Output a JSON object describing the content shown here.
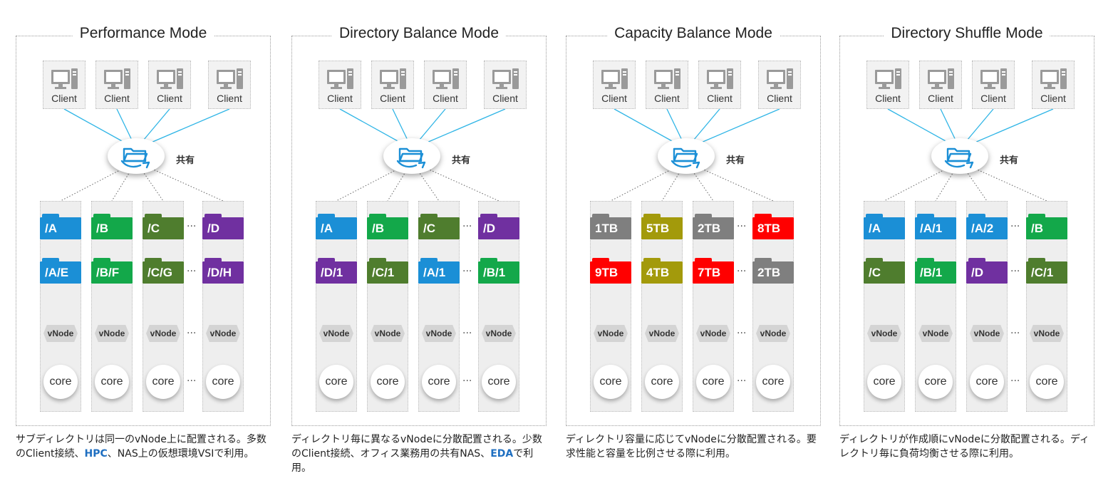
{
  "colors": {
    "blue": "#1b8fd6",
    "green": "#13a84a",
    "olive_green": "#4f7d2e",
    "purple": "#7030a0",
    "gray": "#7f7f7f",
    "olive": "#a39a0b",
    "red": "#ff0000",
    "link": "#2fb5e6",
    "highlight": "#1f6fc1"
  },
  "panels": [
    {
      "title": "Performance Mode",
      "clients": [
        "Client",
        "Client",
        "Client",
        "Client"
      ],
      "share_label": "共有",
      "folders": [
        [
          {
            "label": "/A",
            "color": "#1b8fd6"
          },
          {
            "label": "/A/E",
            "color": "#1b8fd6"
          }
        ],
        [
          {
            "label": "/B",
            "color": "#13a84a"
          },
          {
            "label": "/B/F",
            "color": "#13a84a"
          }
        ],
        [
          {
            "label": "/C",
            "color": "#4f7d2e"
          },
          {
            "label": "/C/G",
            "color": "#4f7d2e"
          }
        ],
        [
          {
            "label": "/D",
            "color": "#7030a0"
          },
          {
            "label": "/D/H",
            "color": "#7030a0"
          }
        ]
      ],
      "vnode_label": "vNode",
      "core_label": "core",
      "caption": {
        "before": "サブディレクトリは同一のvNode上に配置される。多数のClient接続、",
        "highlight": "HPC",
        "after": "、NAS上の仮想環境VSIで利用。"
      }
    },
    {
      "title": "Directory Balance Mode",
      "clients": [
        "Client",
        "Client",
        "Client",
        "Client"
      ],
      "share_label": "共有",
      "folders": [
        [
          {
            "label": "/A",
            "color": "#1b8fd6"
          },
          {
            "label": "/D/1",
            "color": "#7030a0"
          }
        ],
        [
          {
            "label": "/B",
            "color": "#13a84a"
          },
          {
            "label": "/C/1",
            "color": "#4f7d2e"
          }
        ],
        [
          {
            "label": "/C",
            "color": "#4f7d2e"
          },
          {
            "label": "/A/1",
            "color": "#1b8fd6"
          }
        ],
        [
          {
            "label": "/D",
            "color": "#7030a0"
          },
          {
            "label": "/B/1",
            "color": "#13a84a"
          }
        ]
      ],
      "vnode_label": "vNode",
      "core_label": "core",
      "caption": {
        "before": "ディレクトリ毎に異なるvNodeに分散配置される。少数のClient接続、オフィス業務用の共有NAS、",
        "highlight": "EDA",
        "after": "で利用。"
      }
    },
    {
      "title": "Capacity Balance Mode",
      "clients": [
        "Client",
        "Client",
        "Client",
        "Client"
      ],
      "share_label": "共有",
      "folders": [
        [
          {
            "label": "1TB",
            "color": "#7f7f7f"
          },
          {
            "label": "9TB",
            "color": "#ff0000"
          }
        ],
        [
          {
            "label": "5TB",
            "color": "#a39a0b"
          },
          {
            "label": "4TB",
            "color": "#a39a0b"
          }
        ],
        [
          {
            "label": "2TB",
            "color": "#7f7f7f"
          },
          {
            "label": "7TB",
            "color": "#ff0000"
          }
        ],
        [
          {
            "label": "8TB",
            "color": "#ff0000"
          },
          {
            "label": "2TB",
            "color": "#7f7f7f"
          }
        ]
      ],
      "vnode_label": "vNode",
      "core_label": "core",
      "caption": {
        "before": "ディレクトリ容量に応じてvNodeに分散配置される。要求性能と容量を比例させる際に利用。",
        "highlight": "",
        "after": ""
      }
    },
    {
      "title": "Directory Shuffle Mode",
      "clients": [
        "Client",
        "Client",
        "Client",
        "Client"
      ],
      "share_label": "共有",
      "folders": [
        [
          {
            "label": "/A",
            "color": "#1b8fd6"
          },
          {
            "label": "/C",
            "color": "#4f7d2e"
          }
        ],
        [
          {
            "label": "/A/1",
            "color": "#1b8fd6"
          },
          {
            "label": "/B/1",
            "color": "#13a84a"
          }
        ],
        [
          {
            "label": "/A/2",
            "color": "#1b8fd6"
          },
          {
            "label": "/D",
            "color": "#7030a0"
          }
        ],
        [
          {
            "label": "/B",
            "color": "#13a84a"
          },
          {
            "label": "/C/1",
            "color": "#4f7d2e"
          }
        ]
      ],
      "vnode_label": "vNode",
      "core_label": "core",
      "caption": {
        "before": "ディレクトリが作成順にvNodeに分散配置される。ディレクトリ毎に負荷均衡させる際に利用。",
        "highlight": "",
        "after": ""
      }
    }
  ]
}
